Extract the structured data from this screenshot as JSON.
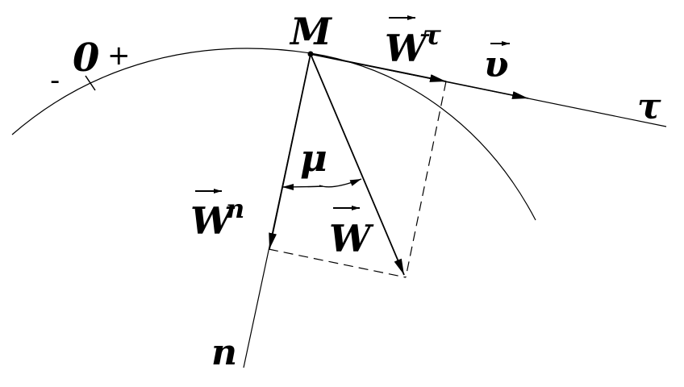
{
  "labels": {
    "point": "M",
    "origin": "0",
    "plus": "+",
    "minus": "-",
    "tangent_axis": "τ",
    "normal_axis": "n",
    "w_tau_base": "W",
    "w_tau_sup": "τ",
    "velocity": "υ",
    "angle": "μ",
    "w_n_base": "W",
    "w_n_sup": "n",
    "w_total": "W"
  },
  "colors": {
    "ink": "#000000",
    "background": "#ffffff"
  }
}
